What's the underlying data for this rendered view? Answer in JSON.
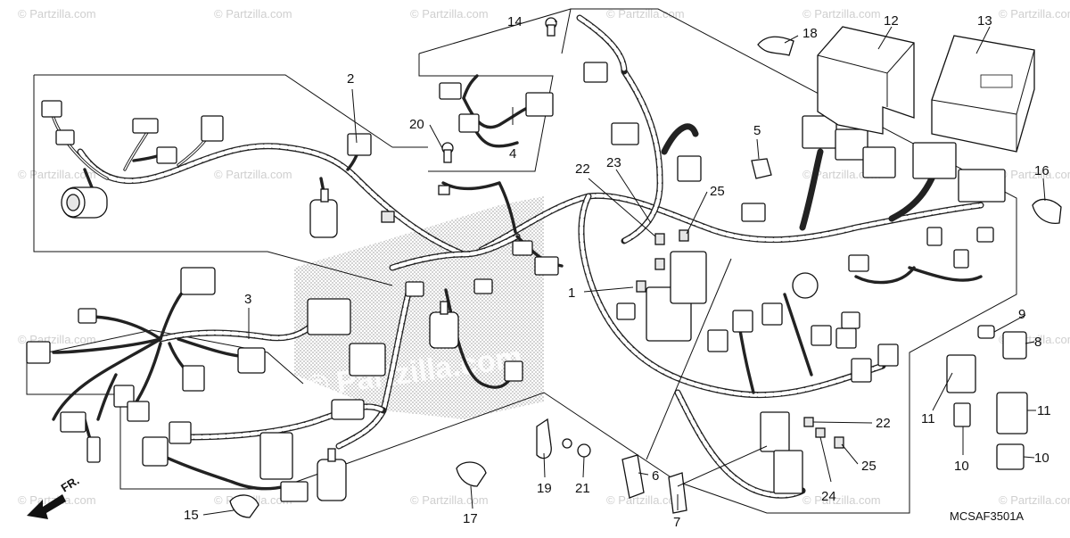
{
  "diagram": {
    "part_numbers": {
      "n1": "1",
      "n2": "2",
      "n3": "3",
      "n4": "4",
      "n5": "5",
      "n6": "6",
      "n7": "7",
      "n8": "8",
      "n9": "9",
      "n10a": "10",
      "n10b": "10",
      "n11a": "11",
      "n11b": "11",
      "n12": "12",
      "n13": "13",
      "n14": "14",
      "n15": "15",
      "n16": "16",
      "n17": "17",
      "n18": "18",
      "n19": "19",
      "n20": "20",
      "n21": "21",
      "n22a": "22",
      "n22b": "22",
      "n23": "23",
      "n24": "24",
      "n25a": "25",
      "n25b": "25"
    },
    "diagram_code": "MCSAF3501A",
    "front_label": "FR.",
    "watermark": "© Partzilla.com",
    "center_watermark": "© Partzilla.com"
  }
}
